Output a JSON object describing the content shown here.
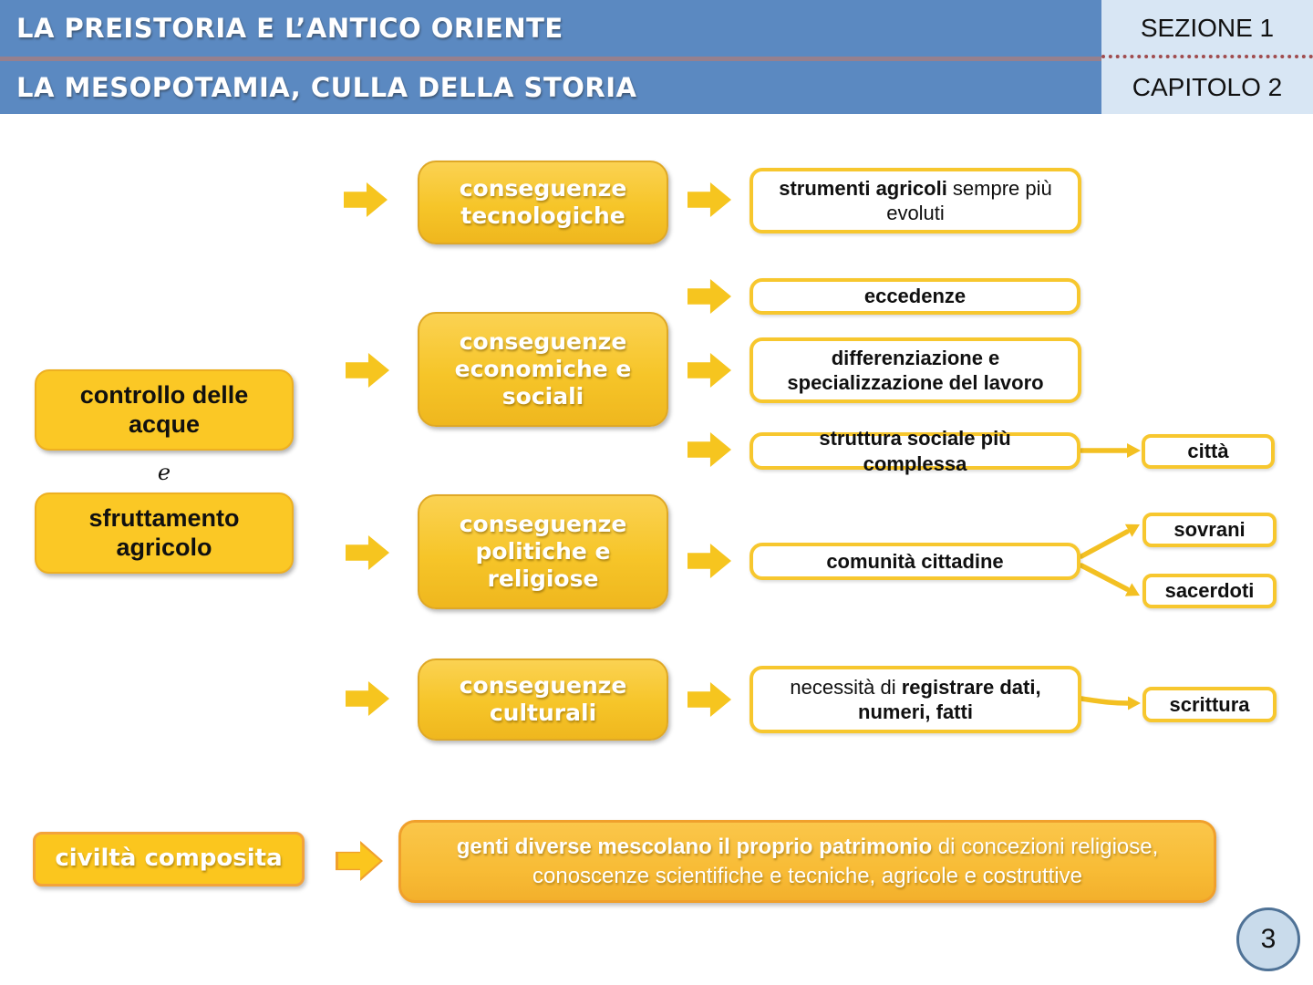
{
  "header": {
    "title_line1": "LA PREISTORIA E L’ANTICO ORIENTE",
    "title_line2": "LA MESOPOTAMIA, CULLA DELLA STORIA",
    "section_label": "SEZIONE 1",
    "chapter_label": "CAPITOLO 2"
  },
  "causes": {
    "box1": "controllo delle acque",
    "conjunction": "e",
    "box2": "sfruttamento agricolo"
  },
  "categories": {
    "tech": "conseguenze tecnologiche",
    "econ": "conseguenze economiche e sociali",
    "polit": "conseguenze politiche e religiose",
    "cult": "conseguenze culturali"
  },
  "effects": {
    "tools_bold": "strumenti agricoli",
    "tools_rest": " sempre più evoluti",
    "surplus": "eccedenze",
    "labor": "differenziazione e specializzazione del lavoro",
    "social_structure": "struttura sociale più complessa",
    "city": "città",
    "communities": "comunità cittadine",
    "sovereigns": "sovrani",
    "priests": "sacerdoti",
    "record_plain": "necessità di ",
    "record_bold": "registrare dati, numeri, fatti",
    "writing": "scrittura"
  },
  "composite": {
    "label": "civiltà composita",
    "text_bold": "genti diverse mescolano il proprio  patrimonio",
    "text_rest": " di concezioni religiose, conoscenze scientifiche e tecniche, agricole e costruttive"
  },
  "footer": {
    "page_number": "3"
  },
  "colors": {
    "header_blue": "#5b89c1",
    "header_panel_blue": "#d8e6f4",
    "divider_solid": "#96808e",
    "divider_dotted": "#a04c4e",
    "box_yellow": "#f9c626",
    "box_yellow_border": "#e2a82a",
    "accent_orange_border": "#f0a02c",
    "arrow_yellow": "#f6c51f",
    "page_circle_fill": "#c9dbeb",
    "page_circle_border": "#4f7296"
  }
}
